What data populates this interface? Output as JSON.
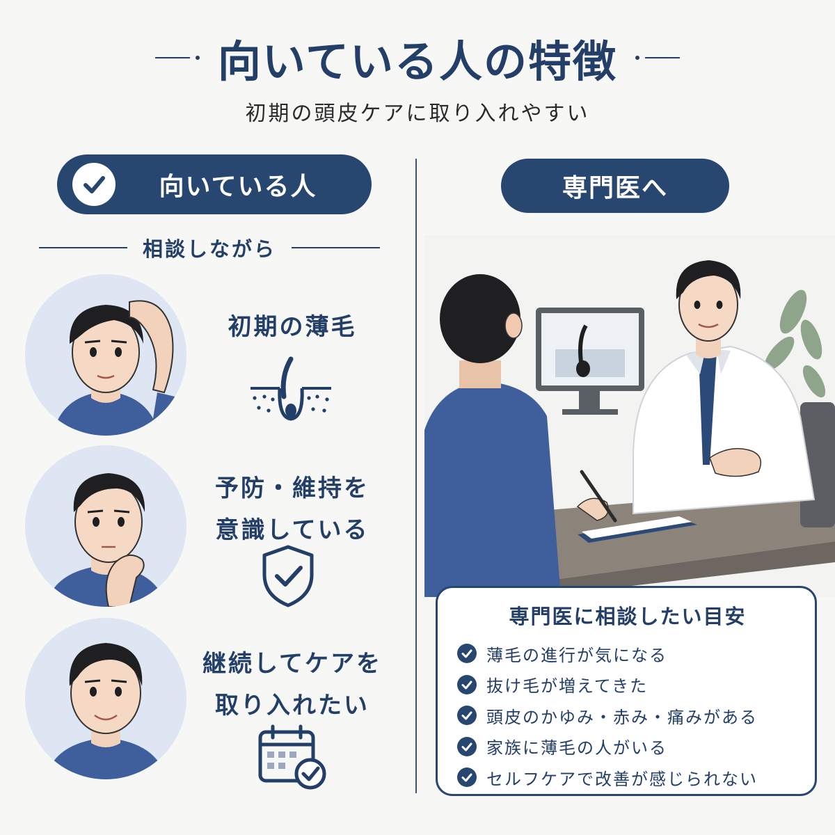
{
  "header": {
    "title": "向いている人の特徴",
    "subtitle": "初期の頭皮ケアに取り入れやすい"
  },
  "left": {
    "pill_label": "向いている人",
    "section_label": "相談しながら",
    "features": [
      {
        "lines": [
          "初期の薄毛"
        ],
        "icon": "hair-follicle-icon"
      },
      {
        "lines": [
          "予防・維持を",
          "意識している"
        ],
        "icon": "shield-check-icon"
      },
      {
        "lines": [
          "継続してケアを",
          "取り入れたい"
        ],
        "icon": "calendar-check-icon"
      }
    ]
  },
  "right": {
    "pill_label": "専門医へ",
    "criteria_title": "専門医に相談したい目安",
    "criteria": [
      "薄毛の進行が気になる",
      "抜け毛が増えてきた",
      "頭皮のかゆみ・赤み・痛みがある",
      "家族に薄毛の人がいる",
      "セルフケアで改善が感じられない"
    ]
  },
  "colors": {
    "navy": "#233f68",
    "pill": "#274670",
    "avatar_bg": "#dde6f2",
    "background": "#f7f7f5"
  }
}
